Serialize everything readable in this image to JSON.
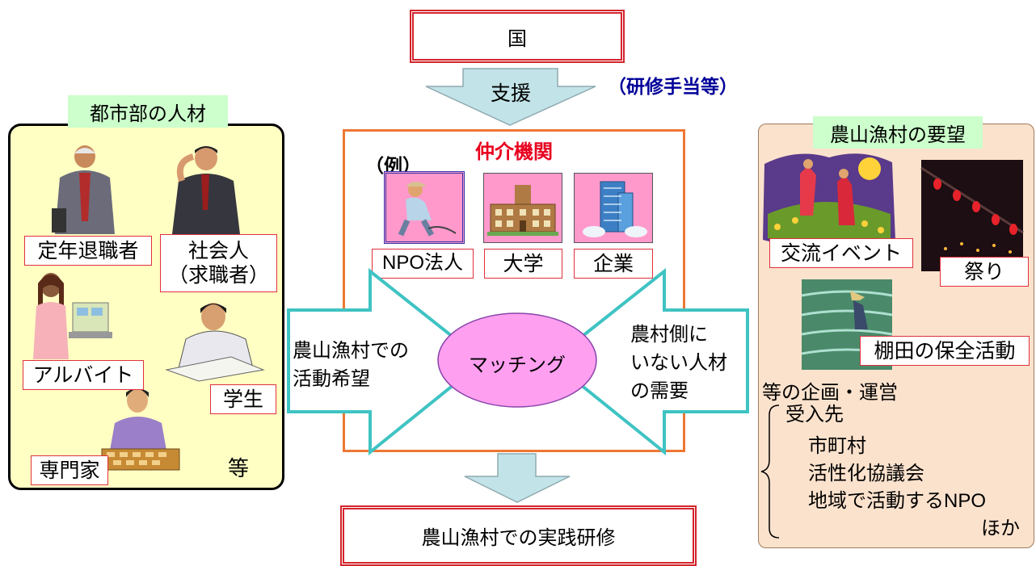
{
  "top": {
    "country": "国",
    "support": "支援",
    "support_note": "（研修手当等）"
  },
  "left": {
    "title": "都市部の人材",
    "labels": {
      "retiree": "定年退職者",
      "worker_line1": "社会人",
      "worker_line2": "（求職者）",
      "parttime": "アルバイト",
      "student": "学生",
      "expert": "専門家",
      "etc": "等"
    }
  },
  "center": {
    "title": "仲介機関",
    "example": "（例）",
    "orgs": {
      "npo": "NPO法人",
      "university": "大学",
      "company": "企業"
    },
    "matching": "マッチング",
    "left_arrow": {
      "line1": "農山漁村での",
      "line2": "活動希望"
    },
    "right_arrow": {
      "line1": "農村側に",
      "line2": "いない人材",
      "line3": "の需要"
    }
  },
  "bottom": {
    "training": "農山漁村での実践研修"
  },
  "right": {
    "title": "農山漁村の要望",
    "labels": {
      "event": "交流イベント",
      "festival": "祭り",
      "terrace": "棚田の保全活動"
    },
    "planning": "等の企画・運営",
    "recipients": {
      "title": "受入先",
      "items": [
        "市町村",
        "活性化協議会",
        "地域で活動するNPO"
      ],
      "etc": "ほか"
    }
  },
  "colors": {
    "accent_red": "#e8001e",
    "label_border": "#e0303a",
    "navy": "#000099",
    "left_bg": "#ffffc4",
    "right_bg": "#fbe2cd",
    "pink": "#ff99cc",
    "teal": "#3fc3c3",
    "matching": "#ff9ff0"
  }
}
